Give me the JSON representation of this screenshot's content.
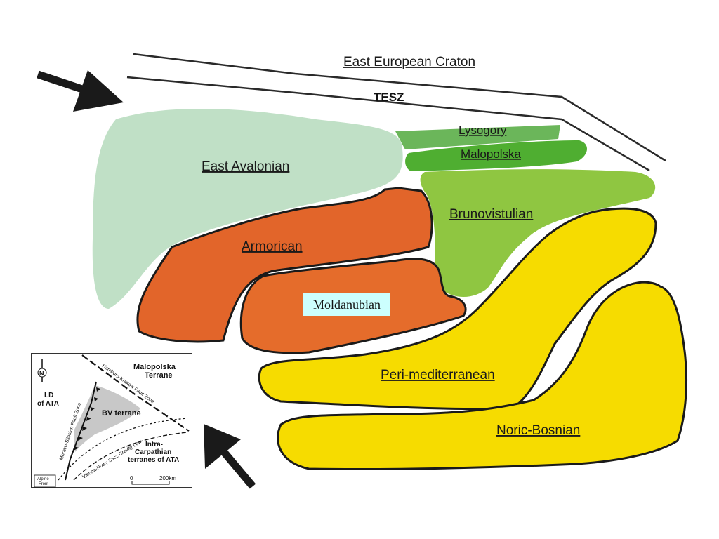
{
  "regions": {
    "craton": "East European Craton",
    "tesz": "TESZ",
    "lysogory": "Lysogory",
    "malopolska": "Malopolska",
    "east_avalonian": "East Avalonian",
    "armorican": "Armorican",
    "brunovistulian": "Brunovistulian",
    "moldanubian": "Moldanubian",
    "peri_mediterranean": "Peri-mediterranean",
    "noric_bosnian": "Noric-Bosnian"
  },
  "colors": {
    "east_avalonian": "#c0e0c6",
    "lysogory": "#6bb65a",
    "malopolska": "#4fae31",
    "brunovistulian": "#8fc641",
    "armorican": "#e2652a",
    "moldanubian": "#e56c2b",
    "peri_mediterranean": "#f6dc00",
    "noric_bosnian": "#f6dc00",
    "label_box": "#ccfffe"
  },
  "inset": {
    "north": "N",
    "malopolska_terrane_1": "Malopolska",
    "malopolska_terrane_2": "Terrane",
    "ld_1": "LD",
    "ld_2": "of ATA",
    "bv": "BV terrane",
    "hkfz": "Hamburg-Krakow Fault Zone",
    "msfz": "Moravo-Silesian Fault Zone",
    "vnsgl": "Vienna-Nowy Sacz Gravity Low",
    "intra_1": "Intra-",
    "intra_2": "Carpathian",
    "intra_3": "terranes of ATA",
    "alpine_1": "Alpine",
    "alpine_2": "Front",
    "scale_0": "0",
    "scale_max": "200km"
  }
}
